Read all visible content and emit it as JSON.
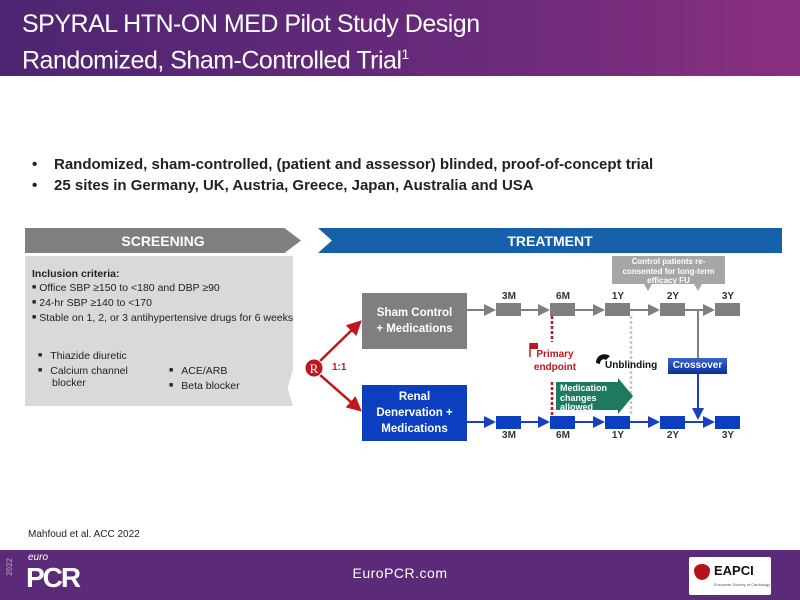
{
  "header": {
    "title_line1": "SPYRAL HTN-ON MED Pilot Study Design",
    "title_line2": "Randomized, Sham-Controlled Trial",
    "title_superscript": "1"
  },
  "bullets": [
    "Randomized, sham-controlled, (patient and assessor) blinded, proof-of-concept trial",
    "25 sites in Germany, UK, Austria, Greece, Japan, Australia and USA"
  ],
  "screening": {
    "banner": "SCREENING",
    "criteria_title": "Inclusion  criteria:",
    "criteria": [
      "Office SBP ≥150 to <180  and DBP ≥90",
      "24-hr SBP ≥140  to <170",
      "Stable on 1, 2, or 3 antihypertensive drugs for 6 weeks"
    ],
    "drugs_left": [
      "Thiazide diuretic",
      "Calcium channel blocker"
    ],
    "drugs_right": [
      "ACE/ARB",
      "Beta blocker"
    ]
  },
  "treatment": {
    "banner": "TREATMENT",
    "randomization": "R",
    "ratio": "1:1",
    "sham_arm": "Sham Control + Medications",
    "rdn_arm": "Renal Denervation + Medications",
    "timepoints": [
      "3M",
      "6M",
      "1Y",
      "2Y",
      "3Y"
    ],
    "control_note": "Control patients re-consented for long-term efficacy FU",
    "primary_endpoint": "Primary endpoint",
    "unblinding": "Unblinding",
    "medication_changes": "Medication changes allowed",
    "crossover": "Crossover"
  },
  "colors": {
    "purple": "#5b2a78",
    "blue": "#0b3fc0",
    "gray": "#7f7f7f",
    "red": "#c0161d",
    "green": "#1d7a5e"
  },
  "citation": "Mahfoud et al. ACC 2022",
  "footer": {
    "logo_year": "2022",
    "logo_small": "euro",
    "logo_big": "PCR",
    "site": "EuroPCR.com",
    "partner_logo": "EAPCI",
    "partner_sub": "European Society of Cardiology"
  }
}
